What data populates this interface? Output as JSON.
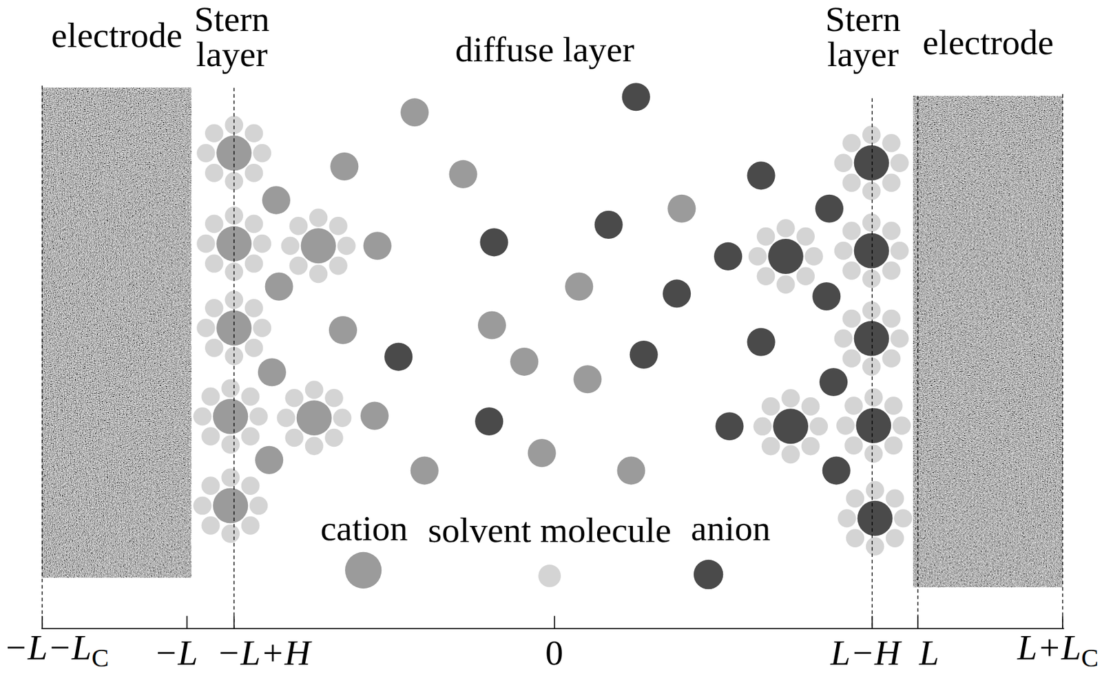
{
  "diagram": {
    "nodes": [
      {
        "text": [
          "electrode"
        ]
      },
      {
        "text": [
          "electrode"
        ]
      }
    ],
    "labels": [
      "Stern layer",
      "diffuse layer",
      "Stern layer",
      "−L−LC",
      "−L",
      "−L+H",
      "0",
      "L−H",
      "L",
      "L+LC"
    ],
    "legend": [
      {
        "text": "cation",
        "color": "#9b9b9b"
      },
      {
        "text": "solvent molecule",
        "color": "#d4d4d4"
      },
      {
        "text": "anion",
        "color": "#4a4a4a"
      }
    ]
  }
}
